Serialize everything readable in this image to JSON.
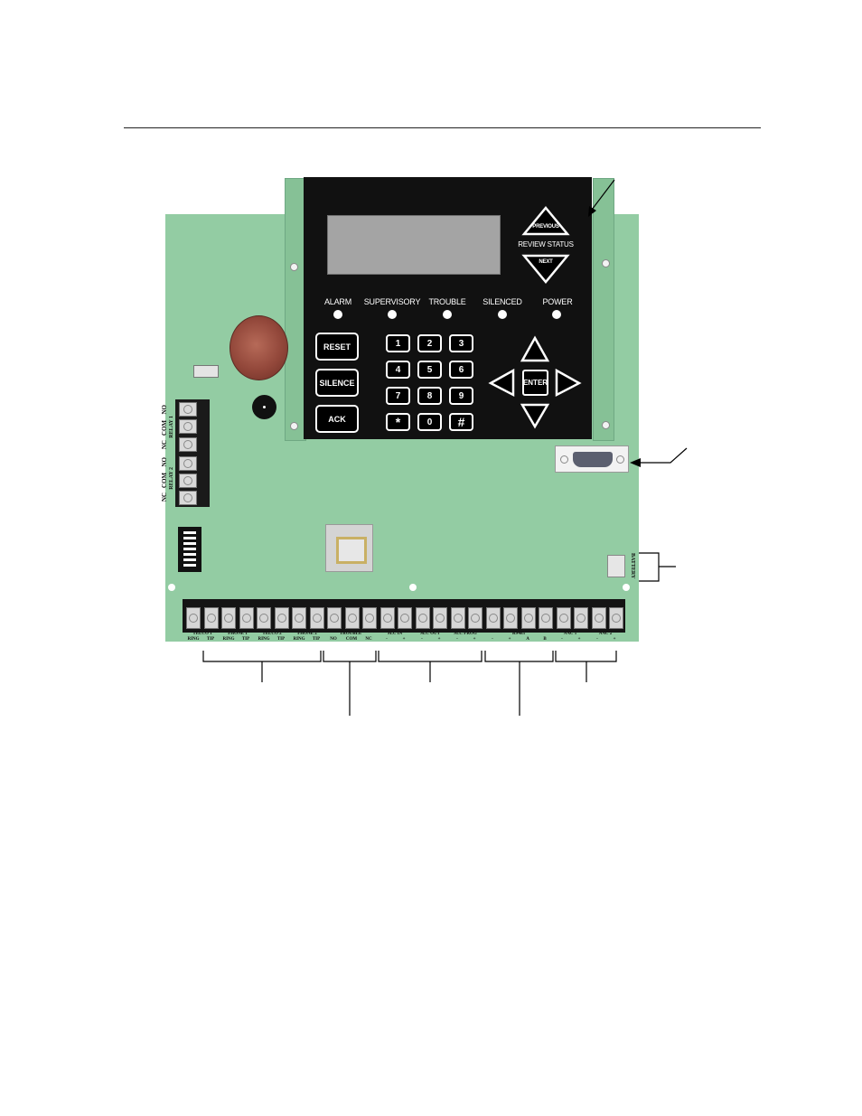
{
  "panel": {
    "review_label": "REVIEW STATUS",
    "previous_label": "PREVIOUS",
    "next_label": "NEXT",
    "indicators": [
      "ALARM",
      "SUPERVISORY",
      "TROUBLE",
      "SILENCED",
      "POWER"
    ],
    "function_keys": [
      "RESET",
      "SILENCE",
      "ACK"
    ],
    "numeric_keys": [
      "1",
      "2",
      "3",
      "4",
      "5",
      "6",
      "7",
      "8",
      "9",
      "*",
      "0",
      "#"
    ],
    "enter_label": "ENTER"
  },
  "relays": {
    "contacts": [
      "NO",
      "COM",
      "NC",
      "NO",
      "COM",
      "NC"
    ],
    "group1": "RELAY 1",
    "group2": "RELAY 2"
  },
  "battery_label": "BATTERY",
  "terminals": {
    "groups": [
      {
        "name": "TELCO 1",
        "subs": [
          "RING",
          "TIP"
        ]
      },
      {
        "name": "PHONE 1",
        "subs": [
          "RING",
          "TIP"
        ]
      },
      {
        "name": "TELCO 2",
        "subs": [
          "RING",
          "TIP"
        ]
      },
      {
        "name": "PHONE 2",
        "subs": [
          "RING",
          "TIP"
        ]
      },
      {
        "name": "TROUBLE",
        "subs": [
          "NO",
          "COM",
          "NC"
        ]
      },
      {
        "name": "SLC IN",
        "subs": [
          "-",
          "+"
        ]
      },
      {
        "name": "SLC OUT",
        "subs": [
          "-",
          "+"
        ]
      },
      {
        "name": "SLC PROG",
        "subs": [
          "-",
          "+"
        ]
      },
      {
        "name": "RS485",
        "subs": [
          "-",
          "+",
          "A",
          "B"
        ]
      },
      {
        "name": "NAC 1",
        "subs": [
          "-",
          "+"
        ]
      },
      {
        "name": "NAC 2",
        "subs": [
          "-",
          "+"
        ]
      }
    ]
  }
}
